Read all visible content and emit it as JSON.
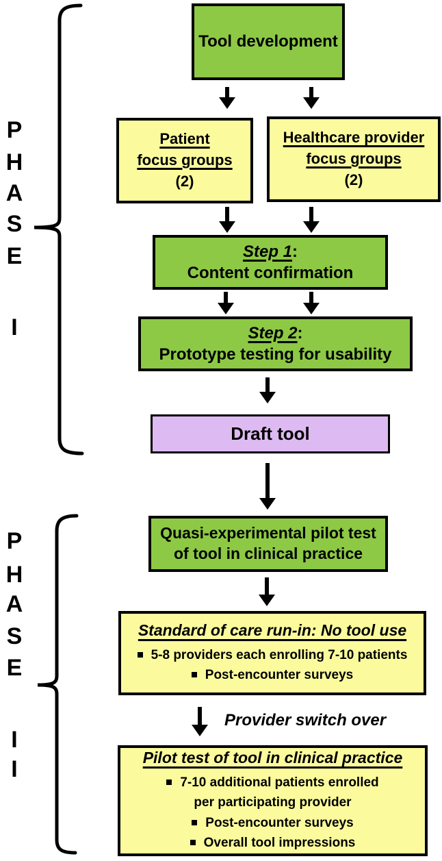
{
  "colors": {
    "box-green": "#8dc945",
    "box-yellow": "#fbfb9e",
    "box-purple": "#debaf2",
    "line-black": "#000000",
    "page-bg": "#ffffff"
  },
  "phase1": {
    "letters": [
      "P",
      "H",
      "A",
      "S",
      "E"
    ],
    "numeral_letters": [
      "I"
    ]
  },
  "phase2": {
    "letters": [
      "P",
      "H",
      "A",
      "S",
      "E"
    ],
    "numeral_letters": [
      "I",
      "I"
    ]
  },
  "boxes": {
    "tool_development": {
      "text": "Tool development"
    },
    "patient_focus": {
      "line1": "Patient",
      "line2": "focus groups",
      "line3": "(2)"
    },
    "provider_focus": {
      "line1": "Healthcare provider",
      "line2": "focus groups",
      "line3": "(2)"
    },
    "step1": {
      "label": "Step 1",
      "colon": ":",
      "text": "Content confirmation"
    },
    "step2": {
      "label": "Step 2",
      "colon": ":",
      "text": "Prototype testing for usability"
    },
    "draft_tool": {
      "text": "Draft tool"
    },
    "quasi_pilot": {
      "line1": "Quasi-experimental pilot test",
      "line2": "of tool in clinical practice"
    },
    "standard_care": {
      "title": "Standard of care run-in: No tool use",
      "bullets": [
        "5-8 providers each enrolling 7-10 patients",
        "Post-encounter surveys"
      ]
    },
    "pilot_test": {
      "title": "Pilot test of tool in clinical practice",
      "bullet1_line1": "7-10 additional patients enrolled",
      "bullet1_line2": "per participating provider",
      "bullet2": "Post-encounter surveys",
      "bullet3": "Overall tool impressions"
    }
  },
  "annotations": {
    "provider_switch": "Provider switch over"
  }
}
